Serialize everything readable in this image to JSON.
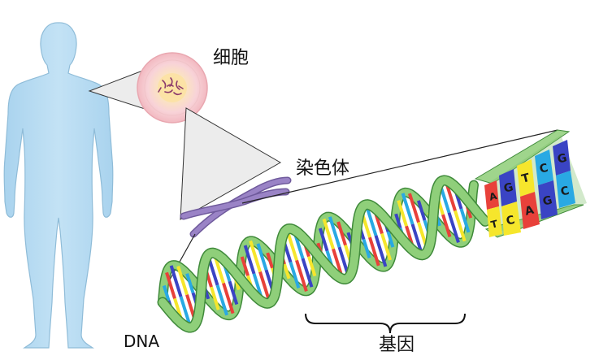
{
  "labels": {
    "cell": "细胞",
    "chromosome": "染色体",
    "dna": "DNA",
    "gene": "基因"
  },
  "base_letters": {
    "pair1_top": "A",
    "pair1_bottom": "T",
    "pair2_top": "G",
    "pair2_bottom": "C",
    "pair3_top": "T",
    "pair3_bottom": "A",
    "pair4_top": "C",
    "pair4_bottom": "G",
    "pair5_top": "G",
    "pair5_bottom": "C"
  },
  "colors": {
    "body": "#b9dcf1",
    "body_outline": "#8fbcd8",
    "cell_membrane": "#f5c9cf",
    "cell_nucleus": "#fbe6a8",
    "chromosome": "#8b74b6",
    "backbone": "#8fcf7a",
    "backbone_dark": "#3f8a3a",
    "base_red": "#e8413a",
    "base_yellow": "#f6e62c",
    "base_blue": "#3a44c4",
    "base_cyan": "#29a9e3",
    "zoom_cone": "#e9e9e9"
  }
}
